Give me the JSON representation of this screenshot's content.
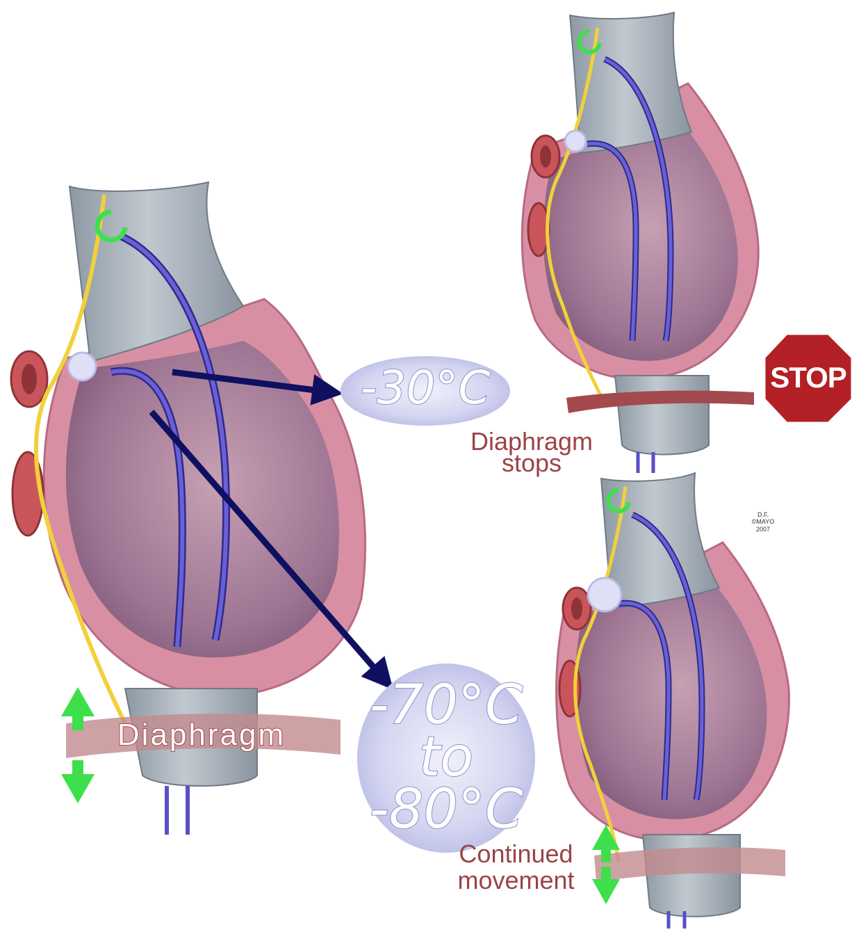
{
  "labels": {
    "temp_moderate": "-30°C",
    "temp_cold_line1": "-70°C",
    "temp_cold_line2": "to",
    "temp_cold_line3": "-80°C",
    "diaphragm": "Diaphragm",
    "diaphragm_stops_line1": "Diaphragm",
    "diaphragm_stops_line2": "stops",
    "continued_line1": "Continued",
    "continued_line2": "movement",
    "stop_sign": "STOP",
    "signature_line1": "D.F.",
    "signature_line2": "©MAYO",
    "signature_line3": "2007"
  },
  "colors": {
    "catheter": "#5a4fc8",
    "arrow": "#0f1060",
    "stop_sign": "#b32025",
    "diaphragm_band": "#a24a4d",
    "phrenic_nerve": "#f0d13a",
    "motion_arrow": "#3de04c",
    "heart_tissue": "#d98fa3",
    "vein": "#a9b3bd"
  }
}
